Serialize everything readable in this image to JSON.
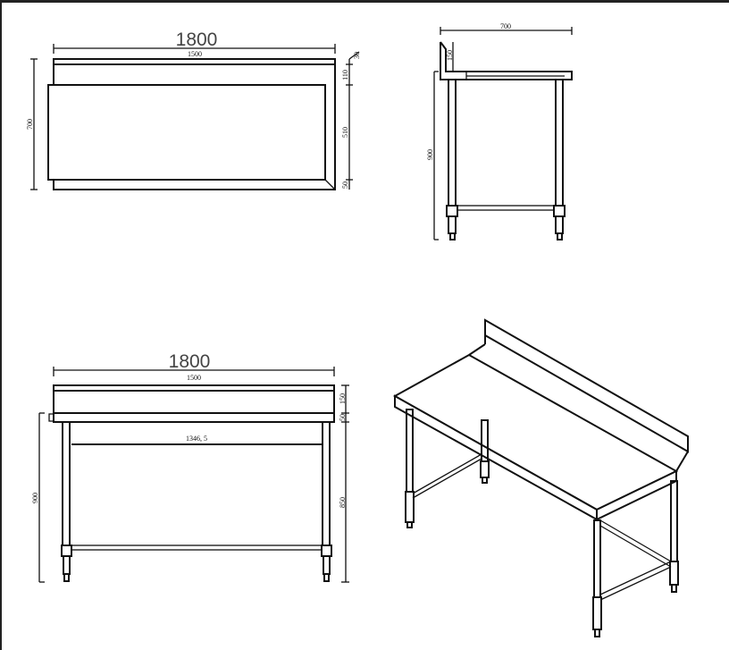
{
  "top_view": {
    "width_label": "1800",
    "overlap_label": "1500",
    "depth_label": "700",
    "dims": [
      "30",
      "110",
      "510",
      "50"
    ]
  },
  "side_view": {
    "depth_label": "700",
    "backsplash_label": "150",
    "height_label": "900"
  },
  "front_view": {
    "width_label": "1800",
    "overlap_label": "1500",
    "rail_label": "1346, 5",
    "height_label": "900",
    "dims": [
      "150",
      "50",
      "850"
    ]
  },
  "colors": {
    "line": "#111111",
    "frame": "#222222"
  }
}
